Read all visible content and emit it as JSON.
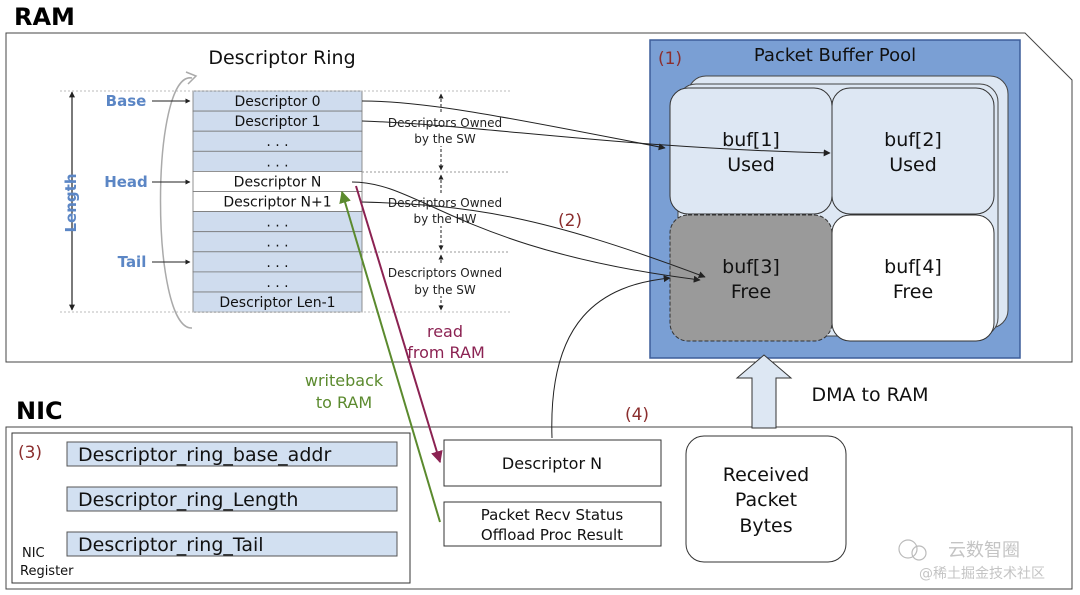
{
  "ram": {
    "title": "RAM",
    "ring": {
      "title": "Descriptor Ring",
      "length_label": "Length",
      "pointers": {
        "base": "Base",
        "head": "Head",
        "tail": "Tail"
      },
      "rows": [
        "Descriptor 0",
        "Descriptor 1",
        ". . .",
        ". . .",
        "Descriptor N",
        "Descriptor N+1",
        ". . .",
        ". . .",
        ". . .",
        ". . .",
        "Descriptor Len-1"
      ],
      "ownership": [
        {
          "line1": "Descriptors Owned",
          "line2": "by the SW"
        },
        {
          "line1": "Descriptors Owned",
          "line2": "by the HW"
        },
        {
          "line1": "Descriptors Owned",
          "line2": "by the SW"
        }
      ]
    },
    "pool": {
      "marker": "(1)",
      "title": "Packet Buffer Pool",
      "buffers": [
        {
          "name": "buf[1]",
          "state": "Used"
        },
        {
          "name": "buf[2]",
          "state": "Used"
        },
        {
          "name": "buf[3]",
          "state": "Free"
        },
        {
          "name": "buf[4]",
          "state": "Free"
        }
      ]
    },
    "marker2": "(2)"
  },
  "nic": {
    "title": "NIC",
    "marker3": "(3)",
    "marker4": "(4)",
    "registers": [
      "Descriptor_ring_base_addr",
      "Descriptor_ring_Length",
      "Descriptor_ring_Tail"
    ],
    "register_label": {
      "line1": "NIC",
      "line2": "Register"
    },
    "desc_box": "Descriptor N",
    "status_box": {
      "line1": "Packet Recv Status",
      "line2": "Offload Proc Result"
    },
    "received": {
      "line1": "Received",
      "line2": "Packet",
      "line3": "Bytes"
    }
  },
  "arrows": {
    "read": {
      "line1": "read",
      "line2": "from RAM"
    },
    "writeback": {
      "line1": "writeback",
      "line2": "to RAM"
    },
    "dma": "DMA to RAM"
  },
  "watermark": {
    "line1": "云数智圈",
    "line2": "@稀土掘金技术社区"
  },
  "colors": {
    "pool_fill": "#7a9fd4",
    "pool_border": "#3c5d9a",
    "used_fill": "#dde7f3",
    "free_gray": "#9a9a9a",
    "ring_row": "#cfdcee",
    "register_fill": "#d2e0f1",
    "pointer_label": "#5b86c5",
    "marker": "#8b2e2e",
    "read_arrow": "#8b2252",
    "writeback_arrow": "#5b8a2e"
  }
}
